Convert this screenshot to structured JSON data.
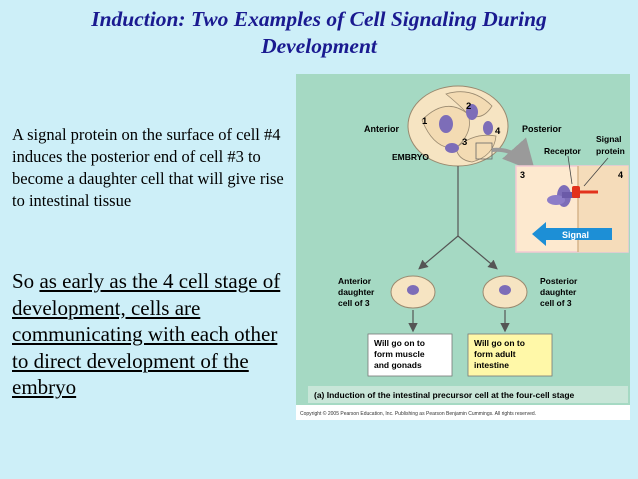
{
  "title": {
    "line1": "Induction: Two Examples of Cell Signaling During",
    "line2": "Development"
  },
  "body": {
    "paragraph1": "A signal protein on the surface of cell #4 induces the posterior end of cell #3 to become a daughter cell that will give rise to intestinal tissue",
    "paragraph2_prefix": "So ",
    "paragraph2_underlined": "as early as the 4 cell stage of development, cells are communicating with each other to direct development of the embryo"
  },
  "figure": {
    "cell_numbers": [
      "1",
      "2",
      "3",
      "4"
    ],
    "anterior": "Anterior",
    "posterior": "Posterior",
    "embryo": "EMBRYO",
    "receptor": "Receptor",
    "signal_protein_line1": "Signal",
    "signal_protein_line2": "protein",
    "inset_left_number": "3",
    "inset_right_number": "4",
    "signal_arrow": "Signal",
    "left_daughter_line1": "Anterior",
    "left_daughter_line2": "daughter",
    "left_daughter_line3": "cell of 3",
    "right_daughter_line1": "Posterior",
    "right_daughter_line2": "daughter",
    "right_daughter_line3": "cell of 3",
    "left_box_line1": "Will go on to",
    "left_box_line2": "form muscle",
    "left_box_line3": "and gonads",
    "right_box_line1": "Will go on to",
    "right_box_line2": "form adult",
    "right_box_line3": "intestine",
    "caption": "(a) Induction of the intestinal precursor cell at the four-cell stage",
    "copyright": "Copyright © 2005 Pearson Education, Inc. Publishing as Pearson Benjamin Cummings. All rights reserved.",
    "colors": {
      "panel": "#a5d9c3",
      "cell_fill": "#f6e4c2",
      "nucleus": "#7d6db8",
      "inset_bg": "#fde9cf",
      "signal_arrow": "#1d8fd6",
      "signal_protein": "#e2321c",
      "arrow": "#5a5a5a"
    }
  }
}
